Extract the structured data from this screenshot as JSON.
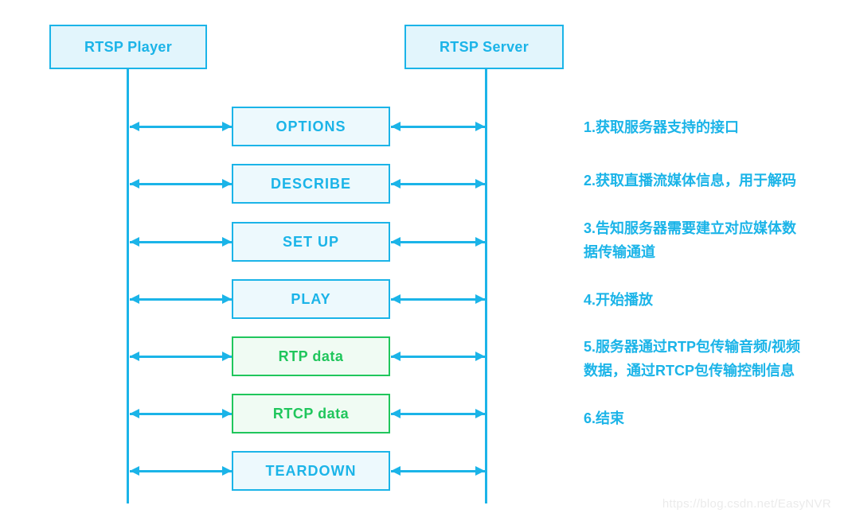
{
  "diagram": {
    "actors": [
      {
        "label": "RTSP Player"
      },
      {
        "label": "RTSP Server"
      }
    ],
    "messages": [
      {
        "label": "OPTIONS",
        "type": "rtsp-request"
      },
      {
        "label": "DESCRIBE",
        "type": "rtsp-request"
      },
      {
        "label": "SET UP",
        "type": "rtsp-request"
      },
      {
        "label": "PLAY",
        "type": "rtsp-request"
      },
      {
        "label": "RTP data",
        "type": "media-data"
      },
      {
        "label": "RTCP data",
        "type": "media-data"
      },
      {
        "label": "TEARDOWN",
        "type": "rtsp-request"
      }
    ],
    "notes": [
      {
        "lines": [
          "1.获取服务器支持的接口"
        ]
      },
      {
        "lines": [
          "2.获取直播流媒体信息，用于解码"
        ]
      },
      {
        "lines": [
          "3.告知服务器需要建立对应媒体数",
          "据传输通道"
        ]
      },
      {
        "lines": [
          "4.开始播放"
        ]
      },
      {
        "lines": [
          "5.服务器通过RTP包传输音频/视频",
          "数据，通过RTCP包传输控制信息"
        ]
      },
      {
        "lines": [
          "6.结束"
        ]
      }
    ],
    "watermark": "https://blog.csdn.net/EasyNVR",
    "colors": {
      "cyan": "#1bb4e8",
      "cyan_fill": "#edf9fd",
      "actor_fill": "#e2f5fc",
      "green": "#20c65c",
      "green_fill": "#f0fbf3",
      "watermark": "#ebebeb"
    }
  }
}
